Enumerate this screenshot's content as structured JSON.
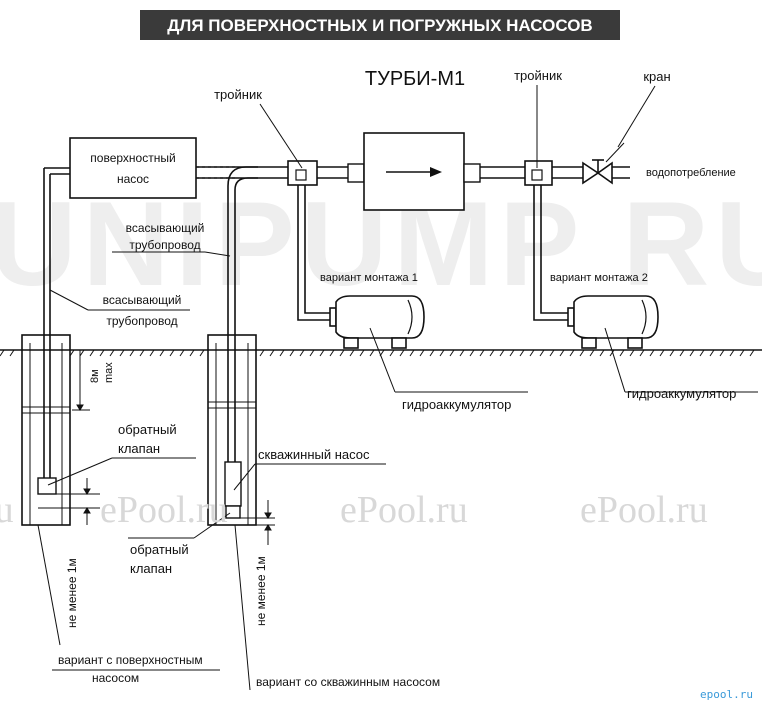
{
  "header": {
    "title": "ДЛЯ ПОВЕРХНОСТНЫХ И ПОГРУЖНЫХ НАСОСОВ",
    "title_bg": "#3a3a3a",
    "title_color": "#ffffff"
  },
  "devices": {
    "turbi_title": "ТУРБИ-М1",
    "surface_pump_line1": "поверхностный",
    "surface_pump_line2": "насос"
  },
  "labels": {
    "tee_left": "тройник",
    "tee_right": "тройник",
    "valve": "кран",
    "consumption": "водопотребление",
    "suction_pipe_1_line1": "всасывающий",
    "suction_pipe_1_line2": "трубопровод",
    "suction_pipe_2_line1": "всасывающий",
    "suction_pipe_2_line2": "трубопровод",
    "mount_variant_1": "вариант монтажа 1",
    "mount_variant_2": "вариант монтажа 2",
    "accumulator_1": "гидроаккумулятор",
    "accumulator_2": "гидроаккумулятор",
    "depth_8m": "8м",
    "depth_max": "max",
    "check_valve_1_line1": "обратный",
    "check_valve_1_line2": "клапан",
    "check_valve_2_line1": "обратный",
    "check_valve_2_line2": "клапан",
    "borehole_pump": "скважинный насос",
    "min_1m_left": "не менее 1м",
    "min_1m_right": "не менее 1м",
    "variant_surface_line1": "вариант с поверхностным",
    "variant_surface_line2": "насосом",
    "variant_borehole": "вариант со скважинным насосом"
  },
  "watermarks": {
    "epool": "ePool.ru",
    "epool_partial": "ru",
    "corner": "epool.ru",
    "big_letters": "UNIPUMP RU"
  },
  "colors": {
    "line": "#111111",
    "watermark": "#d8d8d8",
    "corner_watermark": "#3a9ad9"
  }
}
